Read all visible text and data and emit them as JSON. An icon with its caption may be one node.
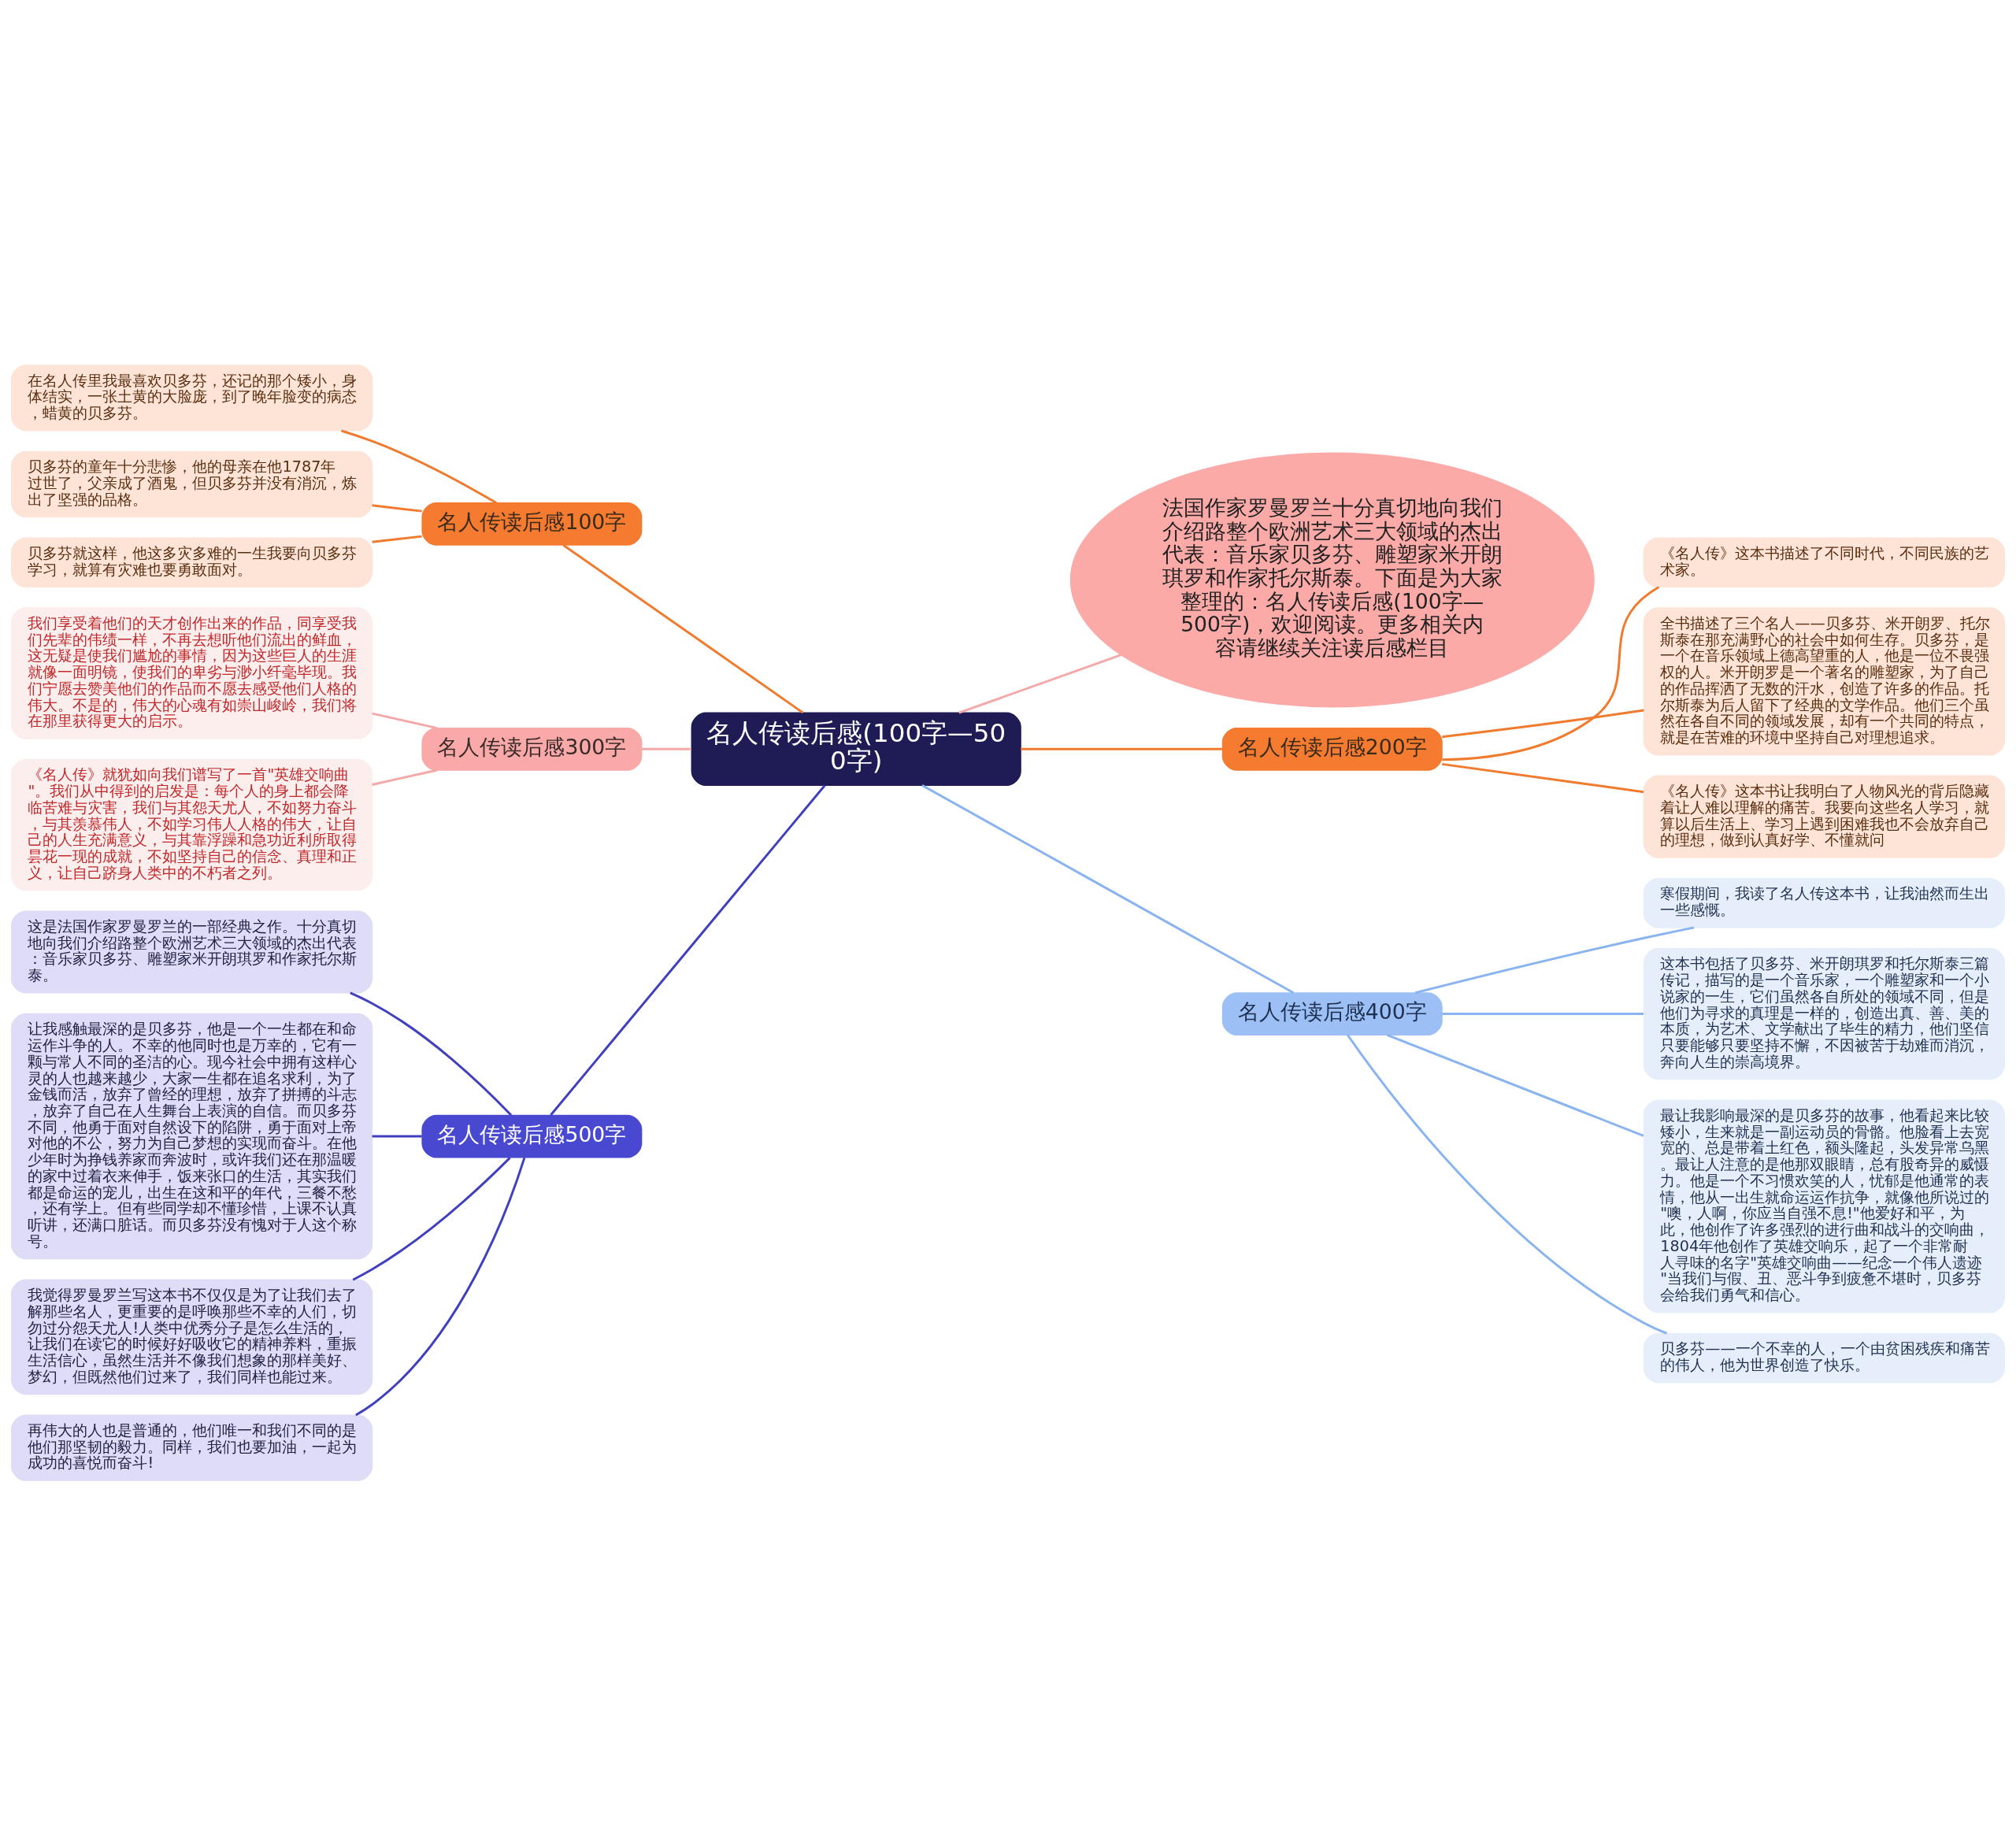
{
  "diagram": {
    "nodes": [
      {
        "text": [
          "名人传读后感(100字—500字)"
        ]
      },
      {
        "text": [
          "法国作家罗曼罗兰十分真切地向我们介绍路整个欧洲艺术三大领域的杰出代表：音乐家贝多芬、雕塑家米开朗琪罗和作家托尔斯泰。下面是为大家整理的：名人传读后感(100字—500字)，欢迎阅读。更多相关内容请继续关注读后感栏目"
        ]
      },
      {
        "text": [
          "名人传读后感100字"
        ]
      },
      {
        "text": [
          "在名人传里我最喜欢贝多芬，还记的那个矮小，身体结实，一张土黄的大脸庞，到了晚年脸变的病态，蜡黄的贝多芬。"
        ]
      },
      {
        "text": [
          "贝多芬的童年十分悲惨，他的母亲在他1787年过世了，父亲成了酒鬼，但贝多芬并没有消沉，炼出了坚强的品格。"
        ]
      },
      {
        "text": [
          "贝多芬就这样，他这多灾多难的一生我要向贝多芬学习，就算有灾难也要勇敢面对。"
        ]
      },
      {
        "text": [
          "名人传读后感300字"
        ]
      },
      {
        "text": [
          "我们享受着他们的天才创作出来的作品，同享受我们先辈的伟绩一样，不再去想听他们流出的鲜血，这无疑是使我们尴尬的事情，因为这些巨人的生涯就像一面明镜，使我们的卑劣与渺小纤毫毕现。我们宁愿去赞美他们的作品而不愿去感受他们人格的伟大。不是的，伟大的心魂有如崇山峻岭，我们将在那里获得更大的启示。"
        ]
      },
      {
        "text": [
          "《名人传》就犹如向我们谱写了一首\"英雄交响曲\"。我们从中得到的启发是：每个人的身上都会降临苦难与灾害，我们与其怨天尤人，不如努力奋斗，与其羡慕伟人，不如学习伟人人格的伟大，让自己的人生充满意义，与其靠浮躁和急功近利所取得昙花一现的成就，不如坚持自己的信念、真理和正义，让自己跻身人类中的不朽者之列。"
        ]
      },
      {
        "text": [
          "名人传读后感200字"
        ]
      },
      {
        "text": [
          "《名人传》这本书描述了不同时代，不同民族的艺术家。"
        ]
      },
      {
        "text": [
          "全书描述了三个名人——贝多芬、米开朗罗、托尔斯泰在那充满野心的社会中如何生存。贝多芬，是一个在音乐领域上德高望重的人，他是一位不畏强权的人。米开朗罗是一个著名的雕塑家，为了自己的作品挥洒了无数的汗水，创造了许多的作品。托尔斯泰为后人留下了经典的文学作品。他们三个虽然在各自不同的领域发展，却有一个共同的特点，就是在苦难的环境中坚持自己对理想追求。"
        ]
      },
      {
        "text": [
          "《名人传》这本书让我明白了人物风光的背后隐藏着让人难以理解的痛苦。我要向这些名人学习，就算以后生活上、学习上遇到困难我也不会放弃自己的理想，做到认真好学、不懂就问"
        ]
      },
      {
        "text": [
          "名人传读后感500字"
        ]
      },
      {
        "text": [
          "这是法国作家罗曼罗兰的一部经典之作。十分真切地向我们介绍路整个欧洲艺术三大领域的杰出代表：音乐家贝多芬、雕塑家米开朗琪罗和作家托尔斯泰。"
        ]
      },
      {
        "text": [
          "让我感触最深的是贝多芬，他是一个一生都在和命运作斗争的人。不幸的他同时也是万幸的，它有一颗与常人不同的圣洁的心。现今社会中拥有这样心灵的人也越来越少，大家一生都在追名求利，为了金钱而活，放弃了曾经的理想，放弃了拼搏的斗志，放弃了自己在人生舞台上表演的自信。而贝多芬不同，他勇于面对自然设下的陷阱，勇于面对上帝对他的不公，努力为自己梦想的实现而奋斗。在他少年时为挣钱养家而奔波时，或许我们还在那温暖的家中过着衣来伸手，饭来张口的生活，其实我们都是命运的宠儿，出生在这和平的年代，三餐不愁，还有学上。但有些同学却不懂珍惜，上课不认真听讲，还满口脏话。而贝多芬没有愧对于人这个称号。"
        ]
      },
      {
        "text": [
          "我觉得罗曼罗兰写这本书不仅仅是为了让我们去了解那些名人，更重要的是呼唤那些不幸的人们，切勿过分怨天尤人!人类中优秀分子是怎么生活的，让我们在读它的时候好好吸收它的精神养料，重振生活信心，虽然生活并不像我们想象的那样美好、梦幻，但既然他们过来了，我们同样也能过来。"
        ]
      },
      {
        "text": [
          "再伟大的人也是普通的，他们唯一和我们不同的是他们那坚韧的毅力。同样，我们也要加油，一起为成功的喜悦而奋斗!"
        ]
      },
      {
        "text": [
          "名人传读后感400字"
        ]
      },
      {
        "text": [
          "寒假期间，我读了名人传这本书，让我油然而生出一些感慨。"
        ]
      },
      {
        "text": [
          "这本书包括了贝多芬、米开朗琪罗和托尔斯泰三篇传记，描写的是一个音乐家，一个雕塑家和一个小说家的一生，它们虽然各自所处的领域不同，但是他们为寻求的真理是一样的，创造出真、善、美的本质，为艺术、文学献出了毕生的精力，他们坚信只要能够只要坚持不懈，不因被苦于劫难而消沉，奔向人生的崇高境界。"
        ]
      },
      {
        "text": [
          "最让我影响最深的是贝多芬的故事，他看起来比较矮小，生来就是一副运动员的骨骼。他脸看上去宽宽的、总是带着土红色，额头隆起，头发异常乌黑。最让人注意的是他那双眼睛，总有股奇异的威慑力。他是一个不习惯欢笑的人，忧郁是他通常的表情，他从一出生就命运运作抗争，就像他所说过的\"噢，人啊，你应当自强不息!\"他爱好和平，为此，他创作了许多强烈的进行曲和战斗的交响曲，1804年他创作了英雄交响乐，起了一个非常耐人寻味的名字\"英雄交响曲——纪念一个伟人遗迹\"当我们与假、丑、恶斗争到疲惫不堪时，贝多芬会给我们勇气和信心。"
        ]
      },
      {
        "text": [
          "贝多芬——一个不幸的人，一个由贫困残疾和痛苦的伟人，他为世界创造了快乐。"
        ]
      }
    ],
    "edges": [
      {
        "from": 0,
        "to": 1,
        "arrow": "none",
        "color": "#f4a9a8"
      },
      {
        "from": 0,
        "to": 2,
        "arrow": "none",
        "color": "#f07a2e"
      },
      {
        "from": 2,
        "to": 3,
        "arrow": "none",
        "color": "#f07a2e"
      },
      {
        "from": 2,
        "to": 4,
        "arrow": "none",
        "color": "#f07a2e"
      },
      {
        "from": 2,
        "to": 5,
        "arrow": "none",
        "color": "#f07a2e"
      },
      {
        "from": 0,
        "to": 6,
        "arrow": "none",
        "color": "#f4a9a8"
      },
      {
        "from": 6,
        "to": 7,
        "arrow": "none",
        "color": "#f4a9a8"
      },
      {
        "from": 6,
        "to": 8,
        "arrow": "none",
        "color": "#f4a9a8"
      },
      {
        "from": 0,
        "to": 9,
        "arrow": "none",
        "color": "#f07a2e"
      },
      {
        "from": 9,
        "to": 10,
        "arrow": "none",
        "color": "#f07a2e"
      },
      {
        "from": 9,
        "to": 11,
        "arrow": "none",
        "color": "#f07a2e"
      },
      {
        "from": 9,
        "to": 12,
        "arrow": "none",
        "color": "#f07a2e"
      },
      {
        "from": 0,
        "to": 13,
        "arrow": "none",
        "color": "#3f3fbf"
      },
      {
        "from": 13,
        "to": 14,
        "arrow": "none",
        "color": "#3f3fbf"
      },
      {
        "from": 13,
        "to": 15,
        "arrow": "none",
        "color": "#3f3fbf"
      },
      {
        "from": 13,
        "to": 16,
        "arrow": "none",
        "color": "#3f3fbf"
      },
      {
        "from": 13,
        "to": 17,
        "arrow": "none",
        "color": "#3f3fbf"
      },
      {
        "from": 0,
        "to": 18,
        "arrow": "none",
        "color": "#8ab4f0"
      },
      {
        "from": 18,
        "to": 19,
        "arrow": "none",
        "color": "#8ab4f0"
      },
      {
        "from": 18,
        "to": 20,
        "arrow": "none",
        "color": "#8ab4f0"
      },
      {
        "from": 18,
        "to": 21,
        "arrow": "none",
        "color": "#8ab4f0"
      },
      {
        "from": 18,
        "to": 22,
        "arrow": "none",
        "color": "#8ab4f0"
      }
    ]
  }
}
